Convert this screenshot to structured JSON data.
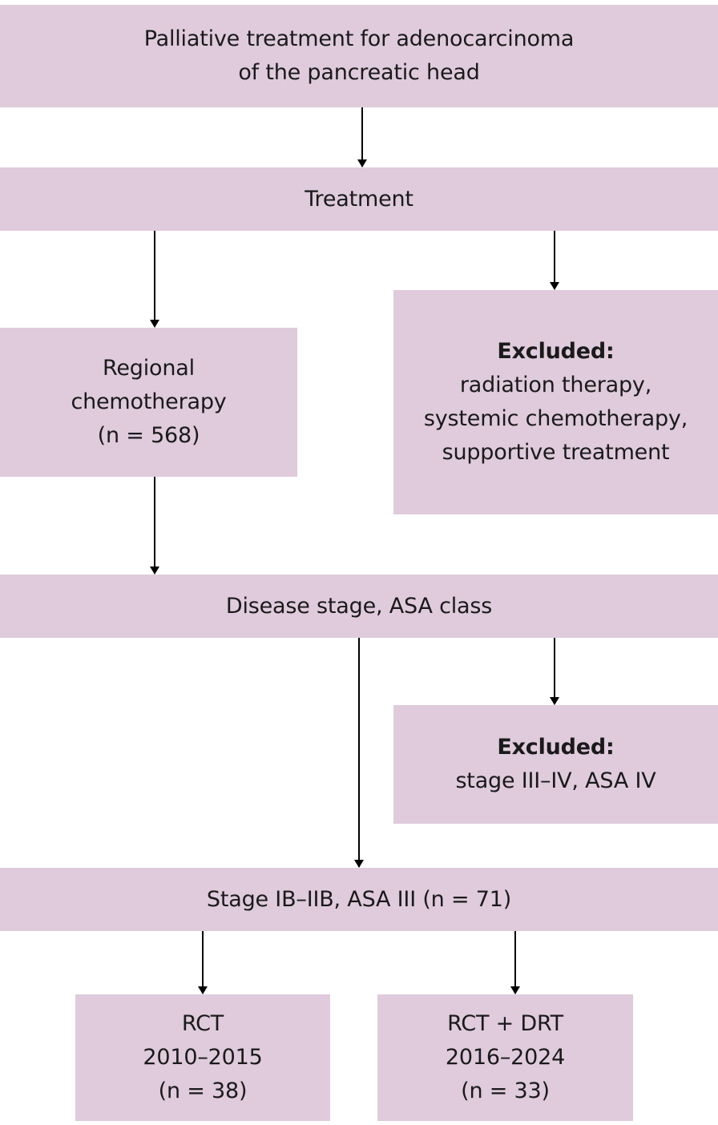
{
  "boxes": {
    "top": {
      "lines": [
        "Palliative treatment for adenocarcinoma",
        "of the pancreatic head"
      ]
    },
    "treatment": {
      "lines": [
        "Treatment"
      ]
    },
    "regional": {
      "lines": [
        "Regional",
        "chemotherapy",
        "(n = 568)"
      ]
    },
    "excluded_1": {
      "heading": "Excluded:",
      "lines": [
        "radiation therapy,",
        "systemic chemotherapy,",
        "supportive treatment"
      ]
    },
    "disease_stage": {
      "lines": [
        "Disease stage, ASA class"
      ]
    },
    "excluded_2": {
      "heading": "Excluded:",
      "lines": [
        "stage III–IV, ASA IV"
      ]
    },
    "stage_ib": {
      "lines": [
        "Stage IB–IIB, ASA III (n = 71)"
      ]
    },
    "rct": {
      "lines": [
        "RCT",
        "2010–2015",
        "(n = 38)"
      ]
    },
    "rct_drt": {
      "lines": [
        "RCT + DRT",
        "2016–2024",
        "(n = 33)"
      ]
    }
  },
  "colors": {
    "box_fill": "#dfcbdc",
    "arrow": "#000000",
    "text": "#1a1a1a"
  }
}
